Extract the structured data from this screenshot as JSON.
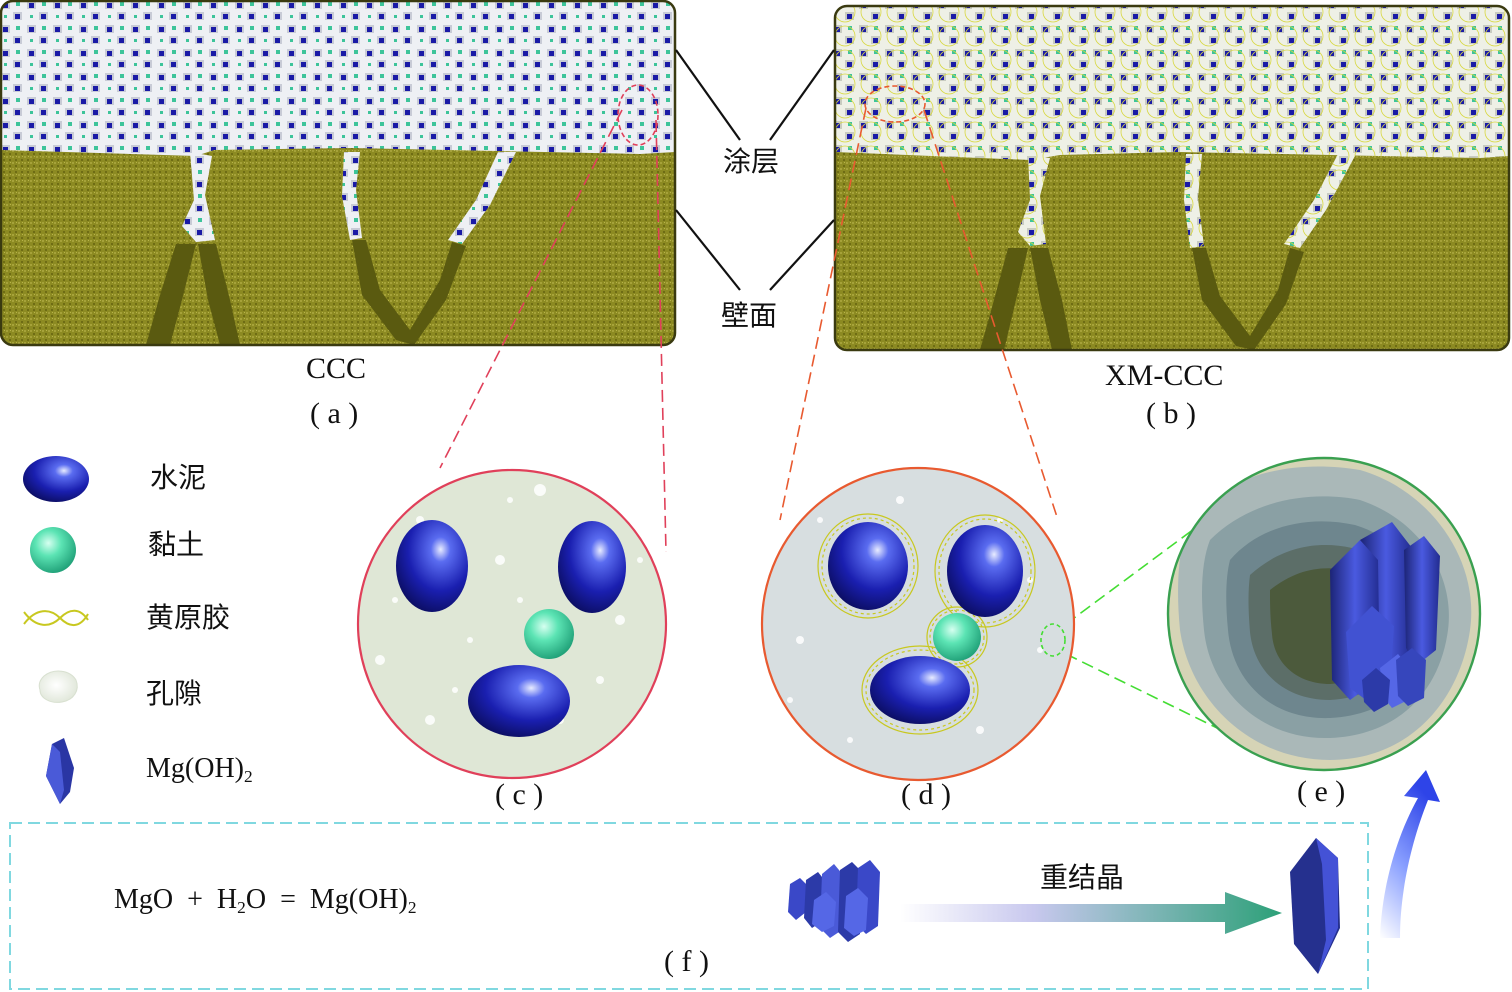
{
  "panels": {
    "a": {
      "name": "CCC",
      "label": "( a )"
    },
    "b": {
      "name": "XM-CCC",
      "label": "( b )"
    },
    "c": {
      "label": "( c )"
    },
    "d": {
      "label": "( d )"
    },
    "e": {
      "label": "( e )"
    },
    "f": {
      "label": "( f )"
    }
  },
  "callouts": {
    "coating": "涂层",
    "wall": "壁面"
  },
  "legend": [
    {
      "icon": "cement-icon",
      "label": "水泥"
    },
    {
      "icon": "clay-icon",
      "label": "黏土"
    },
    {
      "icon": "xanthan-gum-icon",
      "label": "黄原胶"
    },
    {
      "icon": "pore-icon",
      "label": "孔隙"
    },
    {
      "icon": "mg-oh2-crystal-icon",
      "label": "Mg(OH)",
      "sub": "2"
    }
  ],
  "reaction": {
    "lhs1": "MgO",
    "plus": "+",
    "lhs2a": "H",
    "lhs2sub": "2",
    "lhs2b": "O",
    "eq": "=",
    "rhsa": "Mg(OH)",
    "rhssub": "2"
  },
  "process": {
    "label": "重结晶"
  },
  "colors": {
    "cement": "#1a1aa6",
    "clay": "#3dd6a0",
    "xanthan": "#c8c820",
    "wall": "#8a8a1e",
    "wall_dark": "#5a5a10",
    "crystal": "#3a48c8",
    "circle_c_border": "#e0405a",
    "circle_d_border": "#e85a30",
    "circle_e_border": "#3aa050",
    "zoom_green": "#44dd33",
    "dashed_box": "#80d8e0"
  }
}
